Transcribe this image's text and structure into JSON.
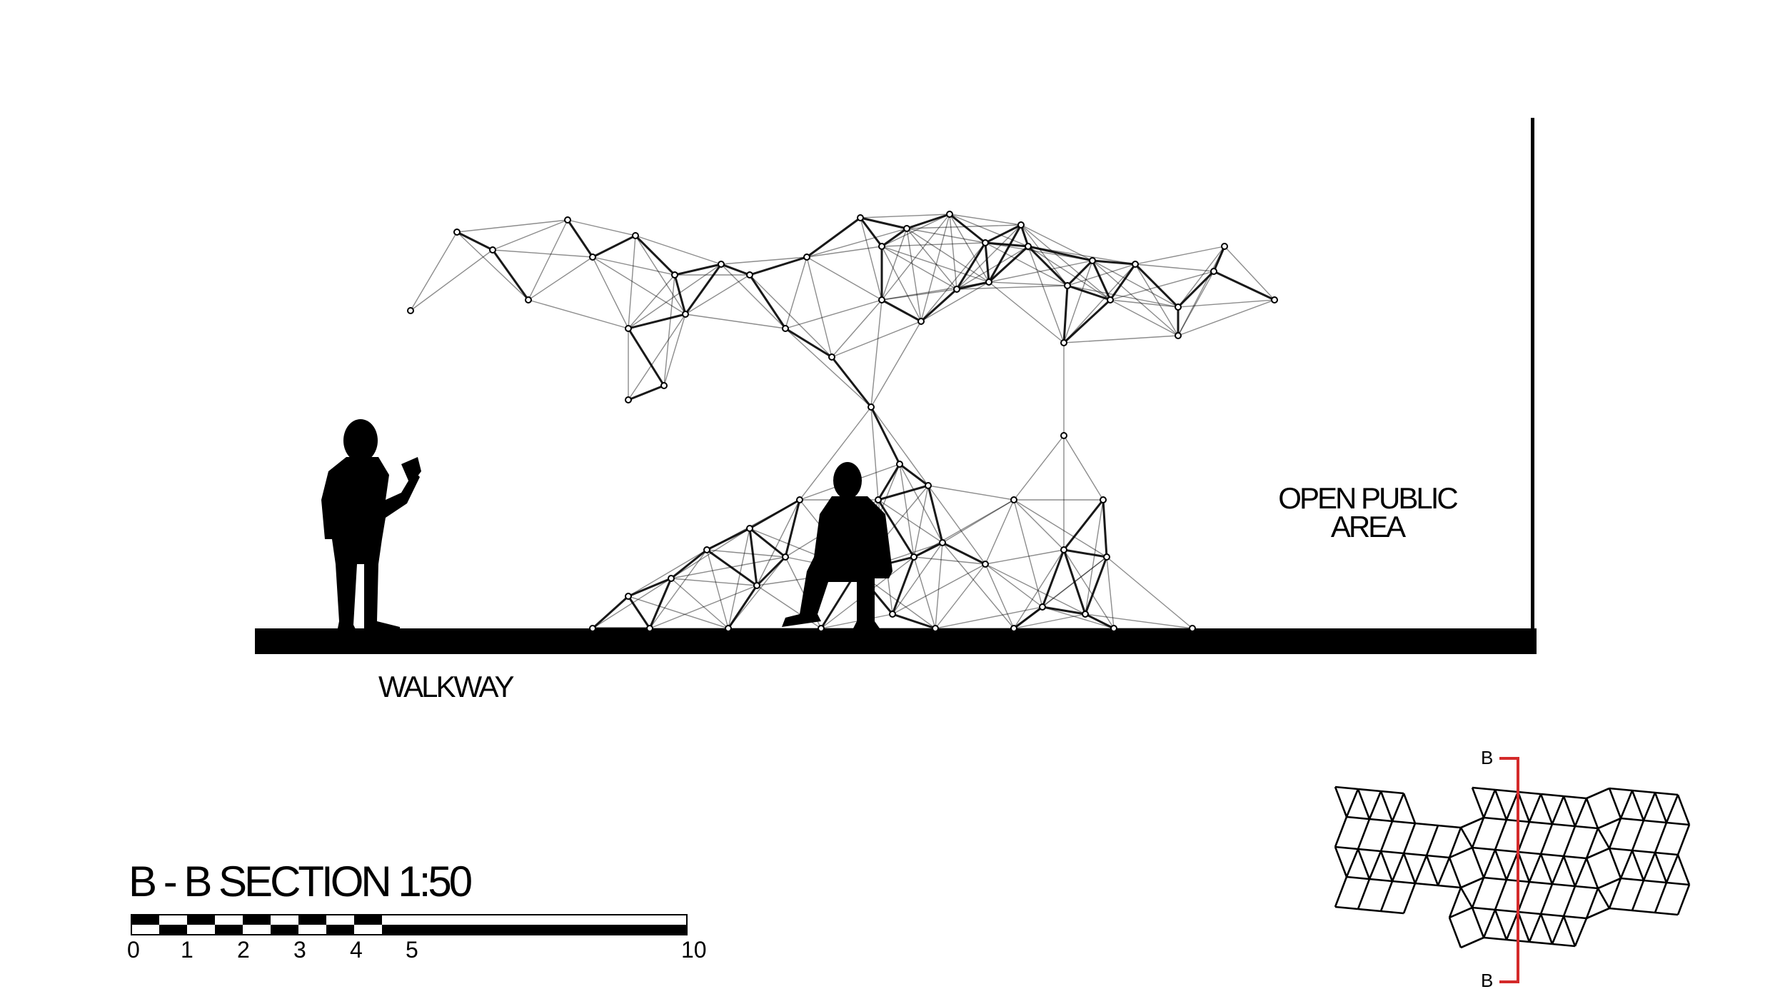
{
  "labels": {
    "walkway": "WALKWAY",
    "open_area_line1": "OPEN PUBLIC",
    "open_area_line2": "AREA",
    "title": "B - B SECTION 1:50",
    "section_mark_top": "B",
    "section_mark_bottom": "B"
  },
  "scale_bar": {
    "ticks": [
      "0",
      "1",
      "2",
      "3",
      "4",
      "5",
      "10"
    ]
  },
  "colors": {
    "ink": "#000000",
    "section_cut": "#d42a2a",
    "paper": "#ffffff"
  }
}
